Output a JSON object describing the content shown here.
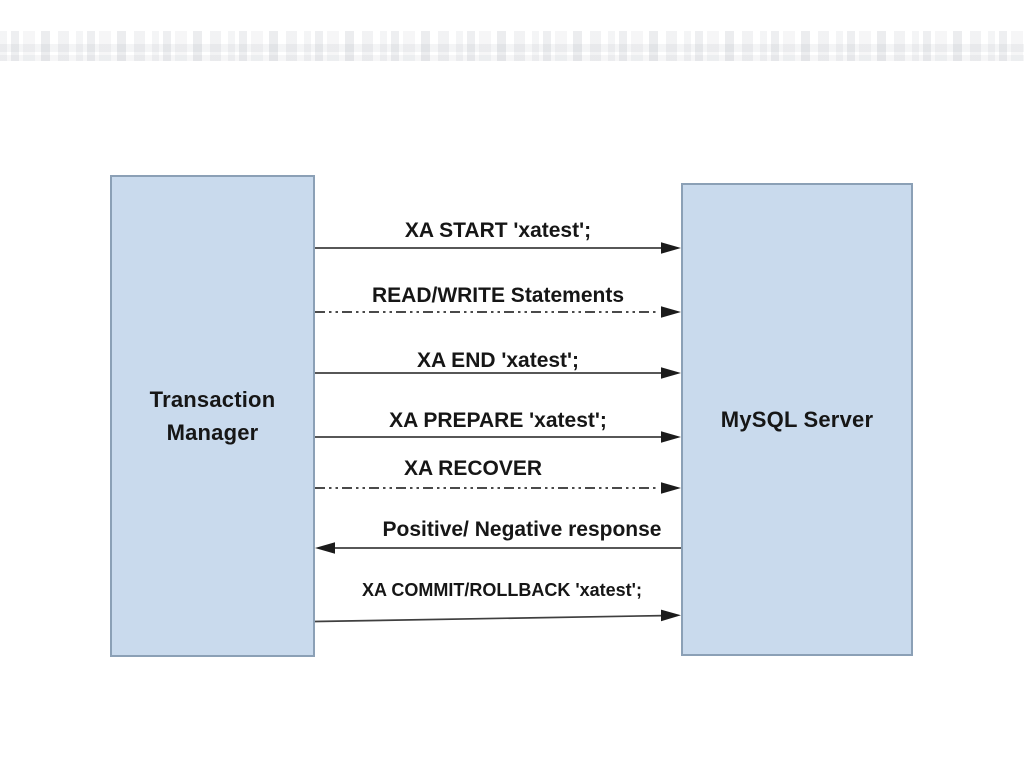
{
  "diagram": {
    "title_hint": "XA distributed transaction message flow",
    "left_box": {
      "label": "Transaction Manager",
      "lines": [
        "Transaction",
        "Manager"
      ]
    },
    "right_box": {
      "label": "MySQL Server"
    },
    "messages": [
      {
        "label": "XA START 'xatest';",
        "direction": "right",
        "style": "solid"
      },
      {
        "label": "READ/WRITE Statements",
        "direction": "right",
        "style": "dashed"
      },
      {
        "label": "XA END 'xatest';",
        "direction": "right",
        "style": "solid"
      },
      {
        "label": "XA PREPARE 'xatest';",
        "direction": "right",
        "style": "solid"
      },
      {
        "label": "XA RECOVER",
        "direction": "right",
        "style": "dashed"
      },
      {
        "label": "Positive/ Negative response",
        "direction": "left",
        "style": "solid"
      },
      {
        "label": "XA COMMIT/ROLLBACK 'xatest';",
        "direction": "right",
        "style": "solid"
      }
    ]
  },
  "colors": {
    "box_fill": "#c9daed",
    "box_border": "#8ba0b6",
    "line": "#3f3f3f",
    "arrowhead": "#1b1b1b",
    "text": "#161616"
  }
}
